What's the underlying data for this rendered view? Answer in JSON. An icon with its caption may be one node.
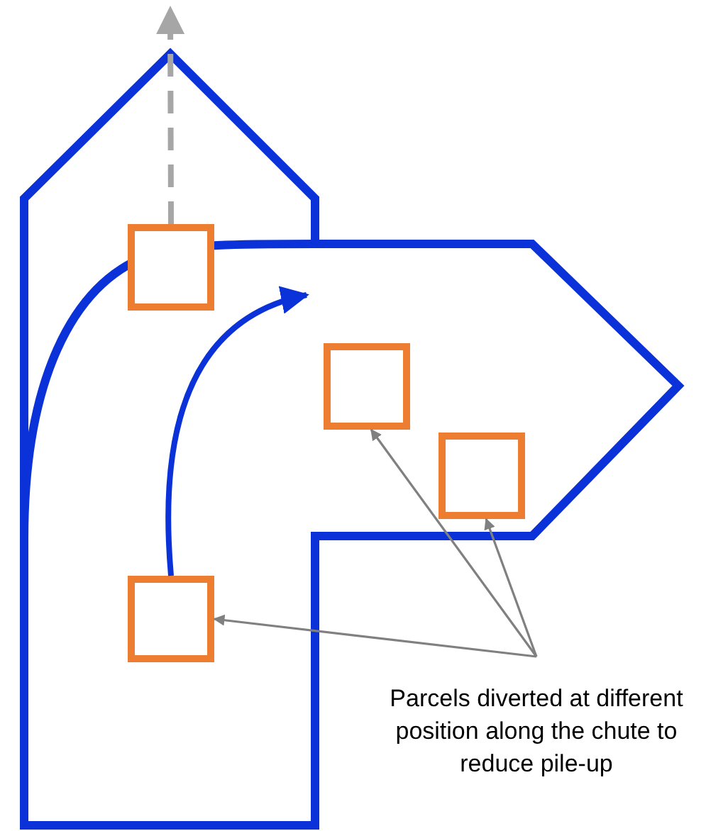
{
  "diagram": {
    "nodes": [
      {
        "text": [],
        "shape": "box"
      },
      {
        "text": [],
        "shape": "box"
      },
      {
        "text": [],
        "shape": "box"
      },
      {
        "text": [],
        "shape": "box"
      },
      {
        "text": [
          "Parcels diverted at different position along the chute to reduce pile-up"
        ]
      }
    ],
    "edges": [
      {
        "from": 0,
        "to": null,
        "arrow": "to",
        "style": "dashed",
        "color": "#a6a6a6"
      },
      {
        "from": 3,
        "to": null,
        "arrow": "to",
        "style": "thick",
        "color": "#0b32d8"
      },
      {
        "from": 4,
        "to": 1,
        "arrow": "to"
      },
      {
        "from": 4,
        "to": 2,
        "arrow": "to"
      },
      {
        "from": 4,
        "to": 3,
        "arrow": "to"
      }
    ]
  }
}
